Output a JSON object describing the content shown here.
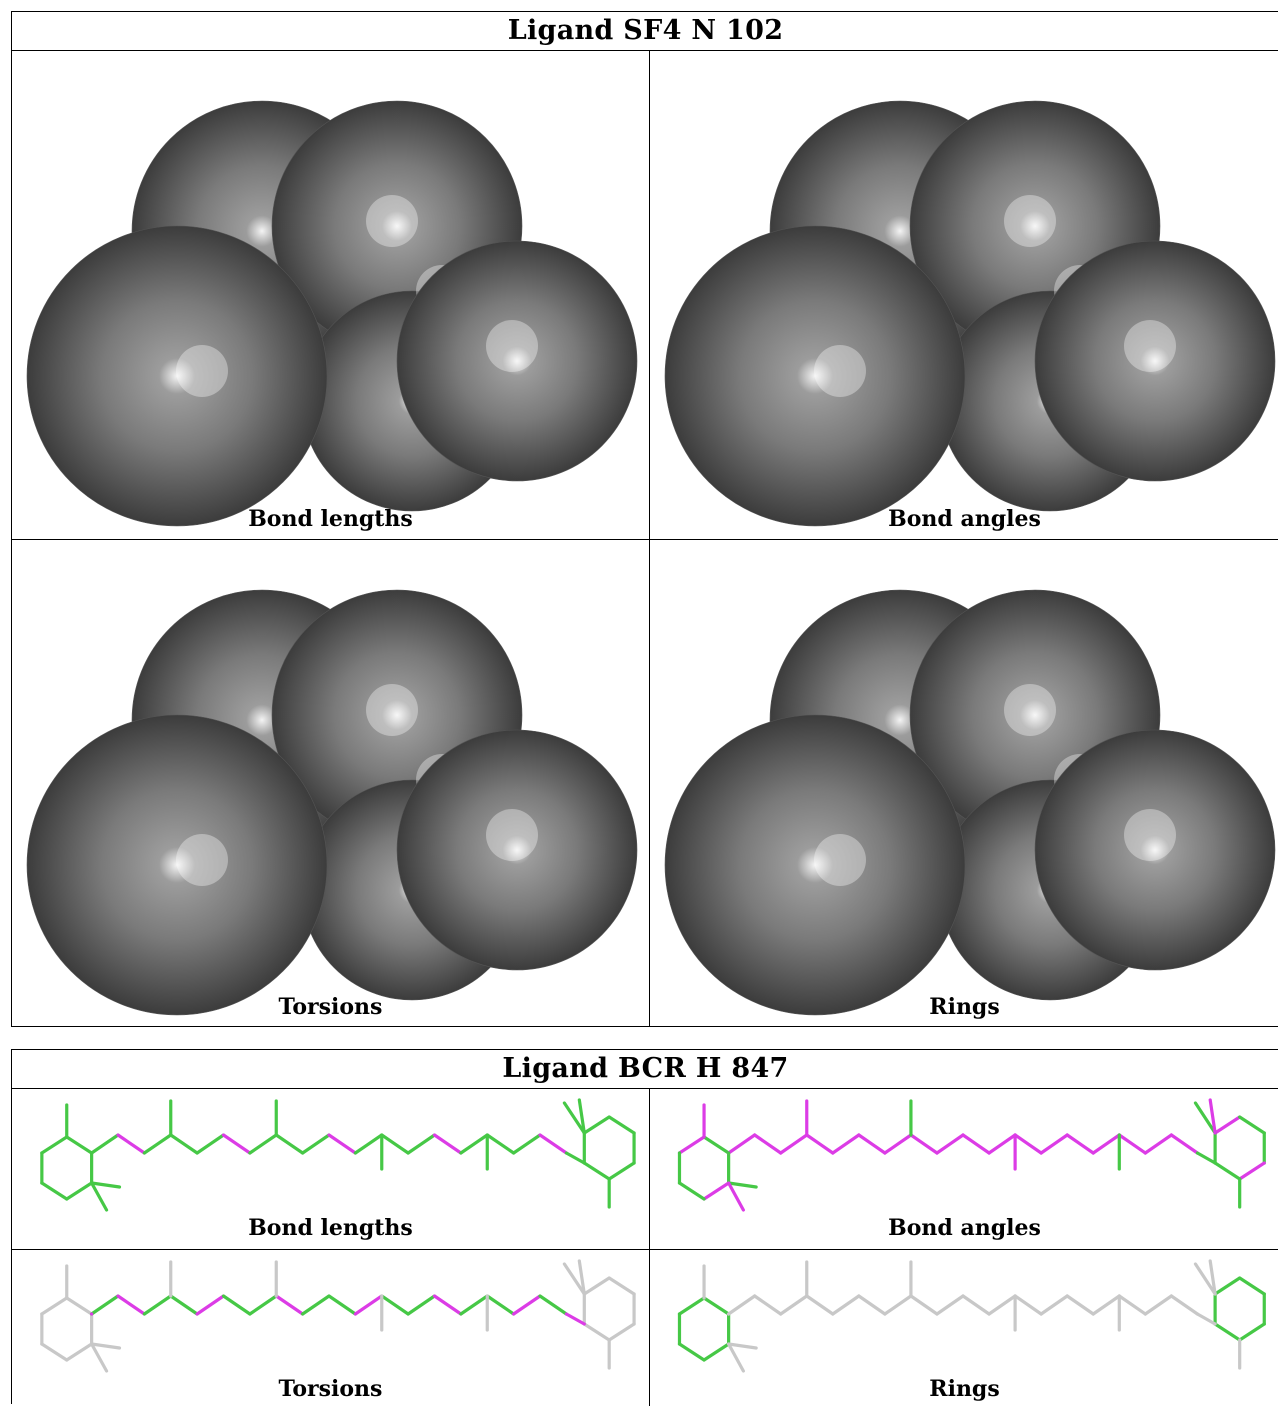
{
  "tables": [
    {
      "title": "Ligand SF4 N 102",
      "panels": [
        {
          "caption": "Bond lengths",
          "render": "space-fill"
        },
        {
          "caption": "Bond angles",
          "render": "space-fill"
        },
        {
          "caption": "Torsions",
          "render": "space-fill"
        },
        {
          "caption": "Rings",
          "render": "space-fill"
        }
      ]
    },
    {
      "title": "Ligand BCR H 847",
      "panels": [
        {
          "caption": "Bond lengths",
          "render": "stick"
        },
        {
          "caption": "Bond angles",
          "render": "stick"
        },
        {
          "caption": "Torsions",
          "render": "stick"
        },
        {
          "caption": "Rings",
          "render": "stick"
        }
      ]
    }
  ],
  "colors": {
    "green": "#46c846",
    "magenta": "#dc3ce6",
    "grey": "#c8c8c8",
    "sphere": "#707070"
  }
}
